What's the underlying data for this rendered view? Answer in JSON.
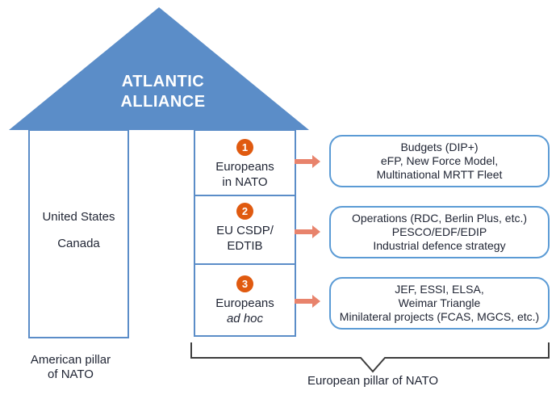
{
  "roof": {
    "title_line1": "ATLANTIC",
    "title_line2": "ALLIANCE"
  },
  "american_pillar": {
    "members": [
      "United States",
      "Canada"
    ],
    "caption": "American pillar\nof NATO"
  },
  "european_pillar": {
    "sections": [
      {
        "num": "1",
        "line1": "Europeans",
        "line2": "in NATO"
      },
      {
        "num": "2",
        "line1": "EU CSDP/",
        "line2": "EDTIB"
      },
      {
        "num": "3",
        "line1": "Europeans",
        "line2": "ad hoc"
      }
    ],
    "caption": "European pillar of NATO"
  },
  "outcome_boxes": [
    {
      "text": "Budgets (DIP+)\neFP, New Force Model,\nMultinational MRTT Fleet"
    },
    {
      "text": "Operations (RDC, Berlin Plus, etc.)\nPESCO/EDF/EDIP\nIndustrial defence strategy"
    },
    {
      "text": "JEF, ESSI, ELSA,\nWeimar Triangle\nMinilateral projects (FCAS, MGCS, etc.)"
    }
  ],
  "colors": {
    "roof_blue": "#5B8DC8",
    "box_border_blue": "#5B9BD5",
    "badge_orange": "#E05A10",
    "arrow_salmon": "#E8836C",
    "text_dark": "#1F2433",
    "bracket_gray": "#3D3D3D"
  }
}
